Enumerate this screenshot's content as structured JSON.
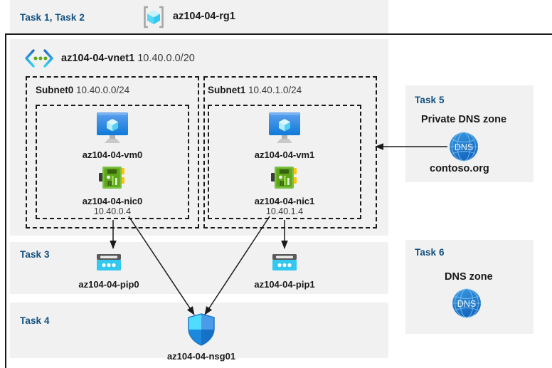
{
  "resource_group": {
    "task_label": "Task 1, Task 2",
    "name": "az104-04-rg1",
    "icon": "resource-group-icon"
  },
  "vnet": {
    "name": "az104-04-vnet1",
    "cidr": "10.40.0.0/20",
    "icon": "virtual-network-icon"
  },
  "subnets": [
    {
      "name": "Subnet0",
      "cidr": "10.40.0.0/24",
      "vm": {
        "name": "az104-04-vm0",
        "icon": "virtual-machine-icon"
      },
      "nic": {
        "name": "az104-04-nic0",
        "ip": "10.40.0.4",
        "icon": "network-interface-icon"
      }
    },
    {
      "name": "Subnet1",
      "cidr": "10.40.1.0/24",
      "vm": {
        "name": "az104-04-vm1",
        "icon": "virtual-machine-icon"
      },
      "nic": {
        "name": "az104-04-nic1",
        "ip": "10.40.1.4",
        "icon": "network-interface-icon"
      }
    }
  ],
  "task3": {
    "task_label": "Task 3",
    "pip0": {
      "name": "az104-04-pip0",
      "icon": "public-ip-address-icon"
    },
    "pip1": {
      "name": "az104-04-pip1",
      "icon": "public-ip-address-icon"
    }
  },
  "task4": {
    "task_label": "Task 4",
    "nsg": {
      "name": "az104-04-nsg01",
      "icon": "network-security-group-icon"
    }
  },
  "task5": {
    "task_label": "Task 5",
    "title": "Private DNS zone",
    "zone_name": "contoso.org",
    "icon": "dns-zone-icon",
    "icon_text": "DNS"
  },
  "task6": {
    "task_label": "Task 6",
    "title": "DNS zone",
    "icon": "dns-zone-icon",
    "icon_text": "DNS"
  },
  "colors": {
    "task_label": "#12507e",
    "panel_background": "#f1f1f1",
    "page_background": "#ffffff",
    "frame_line": "#1a1a1a",
    "azure_blue": "#0078d4",
    "cyan": "#32c8f0",
    "nic_green": "#5fb228"
  }
}
